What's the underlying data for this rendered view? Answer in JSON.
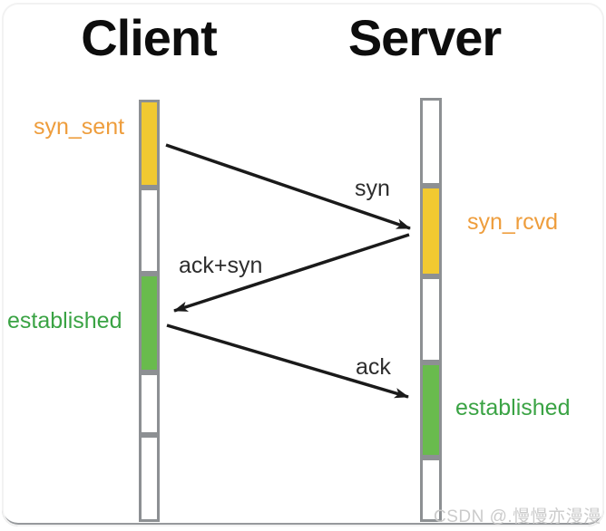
{
  "header": {
    "client_title": "Client",
    "server_title": "Server"
  },
  "client": {
    "states": {
      "syn_sent": "syn_sent",
      "established": "established"
    }
  },
  "server": {
    "states": {
      "syn_rcvd": "syn_rcvd",
      "established": "established"
    }
  },
  "messages": {
    "syn": "syn",
    "ack_syn": "ack+syn",
    "ack": "ack"
  },
  "watermark": "CSDN @.慢慢亦漫漫",
  "colors": {
    "state_yellow": "#f1c931",
    "state_green": "#69bb4d",
    "lifeline_border_gray": "#8d9093",
    "label_orange": "#ee9d3c",
    "label_green": "#3aa344",
    "arrow_black": "#1a1a1a",
    "watermark_gray": "#cbcbcb"
  }
}
